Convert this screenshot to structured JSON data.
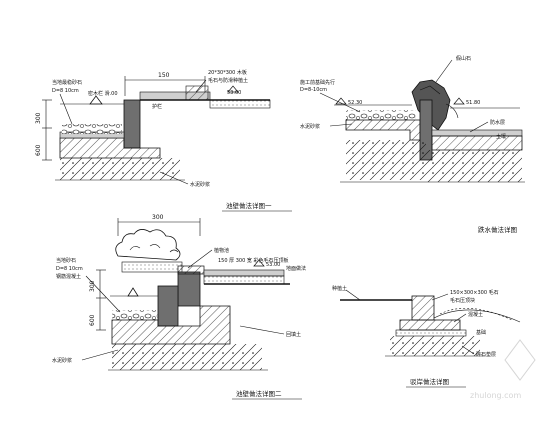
{
  "panels": [
    {
      "title": "池壁做法详图一",
      "dims": {
        "width": "150",
        "h1": "300",
        "h2": "600"
      },
      "level_top": "53.60",
      "notes": [
        "当地最稳砂石",
        "D=8 10cm",
        "密木栏 滑.00",
        "20*30*300 木板",
        "毛石与防滑种植土",
        "护栏",
        "水泥砂浆"
      ]
    },
    {
      "title": "跌水做法详图",
      "level_top": "52.30",
      "level_water": "51.80",
      "notes": [
        "假山石",
        "施工前基础先行",
        "D=8-10cm",
        "水泥砂浆",
        "防水层",
        "土壤"
      ]
    },
    {
      "title": "池壁做法详图二",
      "dims": {
        "width": "300",
        "h1": "300",
        "h2": "600"
      },
      "level_top": "53.00",
      "notes": [
        "植物池",
        "150 厚 300 宽 彩色毛石压顶板",
        "地面做法",
        "当地砂石",
        "D=8 10cm",
        "钢筋混凝土",
        "水泥砂浆",
        "回填土"
      ]
    },
    {
      "title": "驳岸做法详图",
      "notes": [
        "种植土",
        "150×300×300 毛石",
        "毛石压顶块",
        "混凝土",
        "基础",
        "碎石垫层"
      ]
    }
  ],
  "watermark": "zhulong.com",
  "colors": {
    "ink": "#111111",
    "wall": "#6f6f6f",
    "paving": "#cfcfcf",
    "bg": "#ffffff"
  }
}
